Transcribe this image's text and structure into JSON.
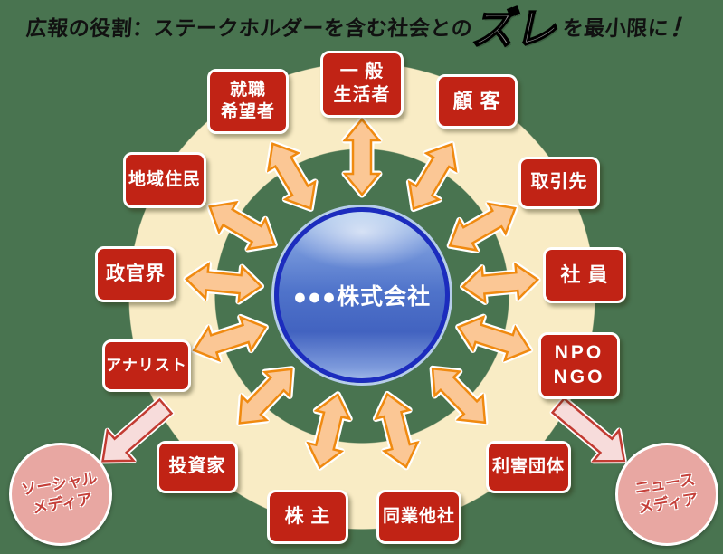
{
  "title": {
    "prefix": "広報の役割：ステークホルダーを含む社会との",
    "highlight": "ズレ",
    "suffix": "を最小限に",
    "exclamation": "！"
  },
  "center": {
    "label": "●●●株式会社"
  },
  "stakeholders": [
    {
      "id": "general-consumers",
      "label": "一 般\n生活者"
    },
    {
      "id": "customers",
      "label": "顧 客"
    },
    {
      "id": "business-partners",
      "label": "取引先"
    },
    {
      "id": "employees",
      "label": "社 員"
    },
    {
      "id": "npo-ngo",
      "label": "NPO\nNGO"
    },
    {
      "id": "interest-groups",
      "label": "利害団体"
    },
    {
      "id": "industry-peers",
      "label": "同業他社"
    },
    {
      "id": "shareholders",
      "label": "株 主"
    },
    {
      "id": "investors",
      "label": "投資家"
    },
    {
      "id": "analysts",
      "label": "アナリスト"
    },
    {
      "id": "government",
      "label": "政官界"
    },
    {
      "id": "local-residents",
      "label": "地域住民"
    },
    {
      "id": "job-seekers",
      "label": "就職\n希望者"
    }
  ],
  "media": [
    {
      "id": "social-media",
      "label": "ソーシャル\nメディア"
    },
    {
      "id": "news-media",
      "label": "ニュース\nメディア"
    }
  ],
  "colors": {
    "background": "#497450",
    "ring": "#f9ecc5",
    "box": "#c12315",
    "box_text": "#ffffff",
    "arrow_fill": "#fbc795",
    "arrow_stroke": "#f08a10",
    "center_rim": "#1c2cbe",
    "media_circle": "#e8a7a2",
    "media_text": "#c5403a",
    "media_arrow_fill": "#f7dcdb",
    "media_arrow_stroke": "#c23b32"
  }
}
